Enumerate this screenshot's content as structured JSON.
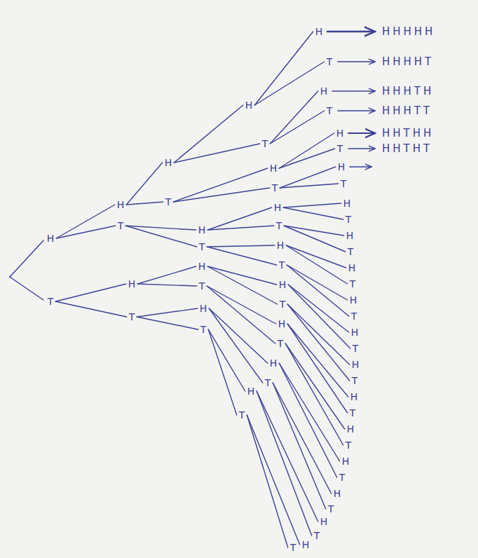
{
  "diagram": {
    "nodes": [
      {
        "text": [
          "H"
        ]
      },
      {
        "text": [
          "T"
        ]
      },
      {
        "text": [
          "H"
        ]
      },
      {
        "text": [
          "T"
        ]
      },
      {
        "text": [
          "H"
        ]
      },
      {
        "text": [
          "T"
        ]
      },
      {
        "text": [
          "H"
        ]
      },
      {
        "text": [
          "T"
        ]
      },
      {
        "text": [
          "H"
        ]
      },
      {
        "text": [
          "T"
        ]
      },
      {
        "text": [
          "H"
        ]
      },
      {
        "text": [
          "T"
        ]
      },
      {
        "text": [
          "H"
        ]
      },
      {
        "text": [
          "T"
        ]
      },
      {
        "text": [
          "H"
        ]
      },
      {
        "text": [
          "T"
        ]
      },
      {
        "text": [
          "H"
        ]
      },
      {
        "text": [
          "T"
        ]
      },
      {
        "text": [
          "H"
        ]
      },
      {
        "text": [
          "T"
        ]
      },
      {
        "text": [
          "H"
        ]
      },
      {
        "text": [
          "T"
        ]
      },
      {
        "text": [
          "H"
        ]
      },
      {
        "text": [
          "T"
        ]
      },
      {
        "text": [
          "H"
        ]
      },
      {
        "text": [
          "T"
        ]
      },
      {
        "text": [
          "H"
        ]
      },
      {
        "text": [
          "T"
        ]
      },
      {
        "text": [
          "H"
        ]
      },
      {
        "text": [
          "T"
        ]
      },
      {
        "text": [
          "H"
        ]
      },
      {
        "text": [
          "T"
        ]
      },
      {
        "text": [
          "H"
        ]
      },
      {
        "text": [
          "T"
        ]
      },
      {
        "text": [
          "H"
        ]
      },
      {
        "text": [
          "T"
        ]
      },
      {
        "text": [
          "H"
        ]
      },
      {
        "text": [
          "T"
        ]
      },
      {
        "text": [
          "H"
        ]
      },
      {
        "text": [
          "T"
        ]
      },
      {
        "text": [
          "H"
        ]
      },
      {
        "text": [
          "T"
        ]
      },
      {
        "text": [
          "H"
        ]
      },
      {
        "text": [
          "T"
        ]
      },
      {
        "text": [
          "H"
        ]
      },
      {
        "text": [
          "T"
        ]
      },
      {
        "text": [
          "H"
        ]
      },
      {
        "text": [
          "T"
        ]
      },
      {
        "text": [
          "H"
        ]
      },
      {
        "text": [
          "T"
        ]
      },
      {
        "text": [
          "H"
        ]
      },
      {
        "text": [
          "T"
        ]
      },
      {
        "text": [
          "H"
        ]
      },
      {
        "text": [
          "T"
        ]
      },
      {
        "text": [
          "H"
        ]
      },
      {
        "text": [
          "T"
        ]
      },
      {
        "text": [
          "H"
        ]
      },
      {
        "text": [
          "T"
        ]
      },
      {
        "text": [
          "H"
        ]
      },
      {
        "text": [
          "T"
        ]
      },
      {
        "text": [
          "H"
        ]
      },
      {
        "text": [
          "T"
        ]
      }
    ],
    "edges": [
      {
        "from": 0,
        "to": 2,
        "arrow": "none"
      },
      {
        "from": 0,
        "to": 3,
        "arrow": "none"
      },
      {
        "from": 1,
        "to": 4,
        "arrow": "none"
      },
      {
        "from": 1,
        "to": 5,
        "arrow": "none"
      },
      {
        "from": 2,
        "to": 6,
        "arrow": "none"
      },
      {
        "from": 2,
        "to": 7,
        "arrow": "none"
      },
      {
        "from": 3,
        "to": 8,
        "arrow": "none"
      },
      {
        "from": 3,
        "to": 9,
        "arrow": "none"
      },
      {
        "from": 4,
        "to": 10,
        "arrow": "none"
      },
      {
        "from": 4,
        "to": 11,
        "arrow": "none"
      },
      {
        "from": 5,
        "to": 12,
        "arrow": "none"
      },
      {
        "from": 5,
        "to": 13,
        "arrow": "none"
      },
      {
        "from": 6,
        "to": 14,
        "arrow": "none"
      },
      {
        "from": 6,
        "to": 15,
        "arrow": "none"
      },
      {
        "from": 7,
        "to": 16,
        "arrow": "none"
      },
      {
        "from": 7,
        "to": 17,
        "arrow": "none"
      },
      {
        "from": 8,
        "to": 18,
        "arrow": "none"
      },
      {
        "from": 8,
        "to": 19,
        "arrow": "none"
      },
      {
        "from": 9,
        "to": 20,
        "arrow": "none"
      },
      {
        "from": 9,
        "to": 21,
        "arrow": "none"
      },
      {
        "from": 10,
        "to": 22,
        "arrow": "none"
      },
      {
        "from": 10,
        "to": 23,
        "arrow": "none"
      },
      {
        "from": 11,
        "to": 24,
        "arrow": "none"
      },
      {
        "from": 11,
        "to": 25,
        "arrow": "none"
      },
      {
        "from": 12,
        "to": 26,
        "arrow": "none"
      },
      {
        "from": 12,
        "to": 27,
        "arrow": "none"
      },
      {
        "from": 13,
        "to": 28,
        "arrow": "none"
      },
      {
        "from": 13,
        "to": 29,
        "arrow": "none"
      },
      {
        "from": 14,
        "to": 30,
        "arrow": "none"
      },
      {
        "from": 14,
        "to": 31,
        "arrow": "none"
      },
      {
        "from": 15,
        "to": 32,
        "arrow": "none"
      },
      {
        "from": 15,
        "to": 33,
        "arrow": "none"
      },
      {
        "from": 16,
        "to": 34,
        "arrow": "none"
      },
      {
        "from": 16,
        "to": 35,
        "arrow": "none"
      },
      {
        "from": 17,
        "to": 36,
        "arrow": "none"
      },
      {
        "from": 17,
        "to": 37,
        "arrow": "none"
      },
      {
        "from": 18,
        "to": 38,
        "arrow": "none"
      },
      {
        "from": 18,
        "to": 39,
        "arrow": "none"
      },
      {
        "from": 19,
        "to": 40,
        "arrow": "none"
      },
      {
        "from": 19,
        "to": 41,
        "arrow": "none"
      },
      {
        "from": 20,
        "to": 42,
        "arrow": "none"
      },
      {
        "from": 20,
        "to": 43,
        "arrow": "none"
      },
      {
        "from": 21,
        "to": 44,
        "arrow": "none"
      },
      {
        "from": 21,
        "to": 45,
        "arrow": "none"
      },
      {
        "from": 22,
        "to": 46,
        "arrow": "none"
      },
      {
        "from": 22,
        "to": 47,
        "arrow": "none"
      },
      {
        "from": 23,
        "to": 48,
        "arrow": "none"
      },
      {
        "from": 23,
        "to": 49,
        "arrow": "none"
      },
      {
        "from": 24,
        "to": 50,
        "arrow": "none"
      },
      {
        "from": 24,
        "to": 51,
        "arrow": "none"
      },
      {
        "from": 25,
        "to": 52,
        "arrow": "none"
      },
      {
        "from": 25,
        "to": 53,
        "arrow": "none"
      },
      {
        "from": 26,
        "to": 54,
        "arrow": "none"
      },
      {
        "from": 26,
        "to": 55,
        "arrow": "none"
      },
      {
        "from": 27,
        "to": 56,
        "arrow": "none"
      },
      {
        "from": 27,
        "to": 57,
        "arrow": "none"
      },
      {
        "from": 28,
        "to": 58,
        "arrow": "none"
      },
      {
        "from": 28,
        "to": 59,
        "arrow": "none"
      },
      {
        "from": 29,
        "to": 60,
        "arrow": "none"
      },
      {
        "from": 29,
        "to": 61,
        "arrow": "none"
      }
    ],
    "labels": [
      "HHHHH",
      "HHHHT",
      "HHHTH",
      "HHHTT",
      "HHTHH",
      "HHTHT"
    ]
  }
}
